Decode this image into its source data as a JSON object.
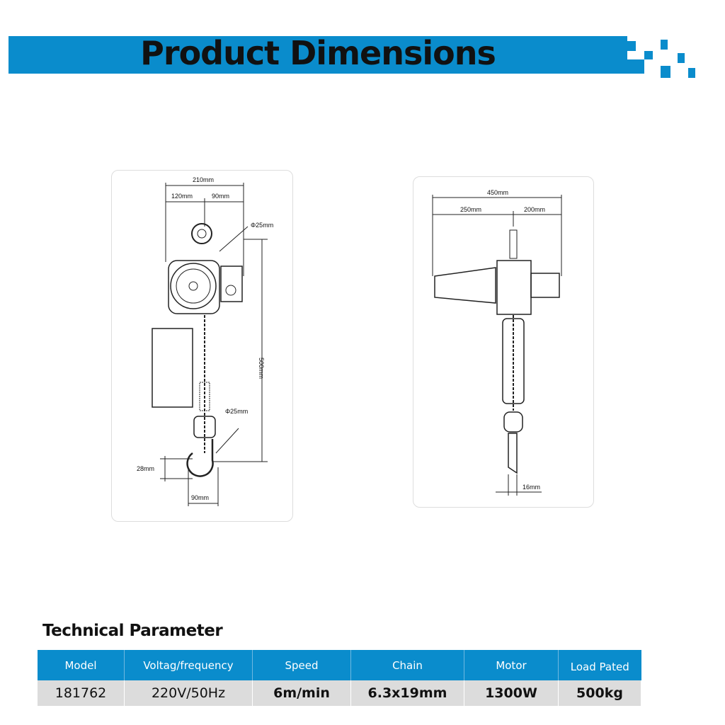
{
  "header": {
    "title": "Product Dimensions"
  },
  "front_view": {
    "labels": {
      "total_width": "210mm",
      "left_width": "120mm",
      "right_width": "90mm",
      "top_hook": "Φ25mm",
      "height": "500mm",
      "bottom_hook": "Φ25mm",
      "hook_offset": "28mm",
      "hook_width": "90mm"
    }
  },
  "side_view": {
    "labels": {
      "total_width": "450mm",
      "left_width": "250mm",
      "right_width": "200mm",
      "hook_thickness": "16mm"
    }
  },
  "specs": {
    "title": "Technical Parameter",
    "columns": [
      "Model",
      "Voltag/frequency",
      "Speed",
      "Chain",
      "Motor",
      "Load Pated"
    ],
    "values": [
      "181762",
      "220V/50Hz",
      "6m/min",
      "6.3x19mm",
      "1300W",
      "500kg"
    ]
  },
  "colors": {
    "accent": "#0a8ccc"
  }
}
